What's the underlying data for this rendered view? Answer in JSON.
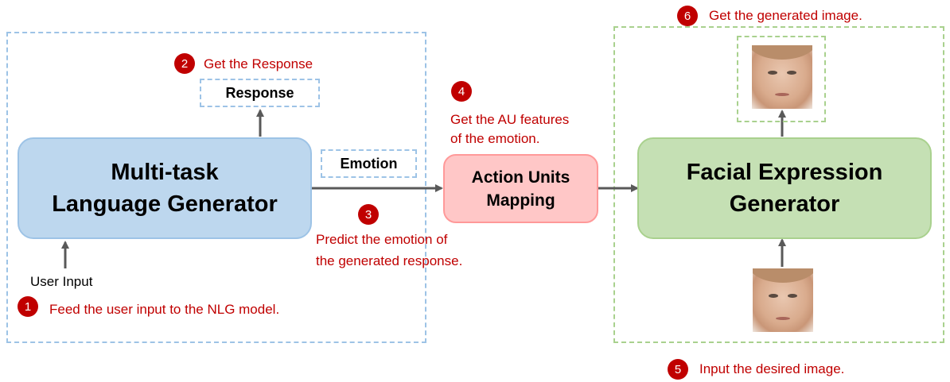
{
  "left_panel": {
    "main_box_line1": "Multi-task",
    "main_box_line2": "Language Generator",
    "response_label": "Response",
    "emotion_label": "Emotion",
    "user_input_label": "User Input"
  },
  "middle": {
    "au_box_line1": "Action Units",
    "au_box_line2": "Mapping"
  },
  "right_panel": {
    "main_box_line1": "Facial Expression",
    "main_box_line2": "Generator"
  },
  "steps": [
    {
      "number": "1",
      "text": "Feed the user input to the NLG model."
    },
    {
      "number": "2",
      "text": "Get the Response"
    },
    {
      "number": "3",
      "text_line1": "Predict the emotion of",
      "text_line2": "the generated response."
    },
    {
      "number": "4",
      "text_line1": "Get the AU features",
      "text_line2": "of the emotion."
    },
    {
      "number": "5",
      "text": "Input the desired image."
    },
    {
      "number": "6",
      "text": "Get the generated image."
    }
  ],
  "colors": {
    "blue_box": "#bdd7ee",
    "blue_border": "#9dc3e6",
    "green_box": "#c5e0b4",
    "green_border": "#a9d18e",
    "pink_box": "#ffc7c7",
    "pink_border": "#ff9999",
    "step_red": "#c00000",
    "arrow": "#595959"
  }
}
